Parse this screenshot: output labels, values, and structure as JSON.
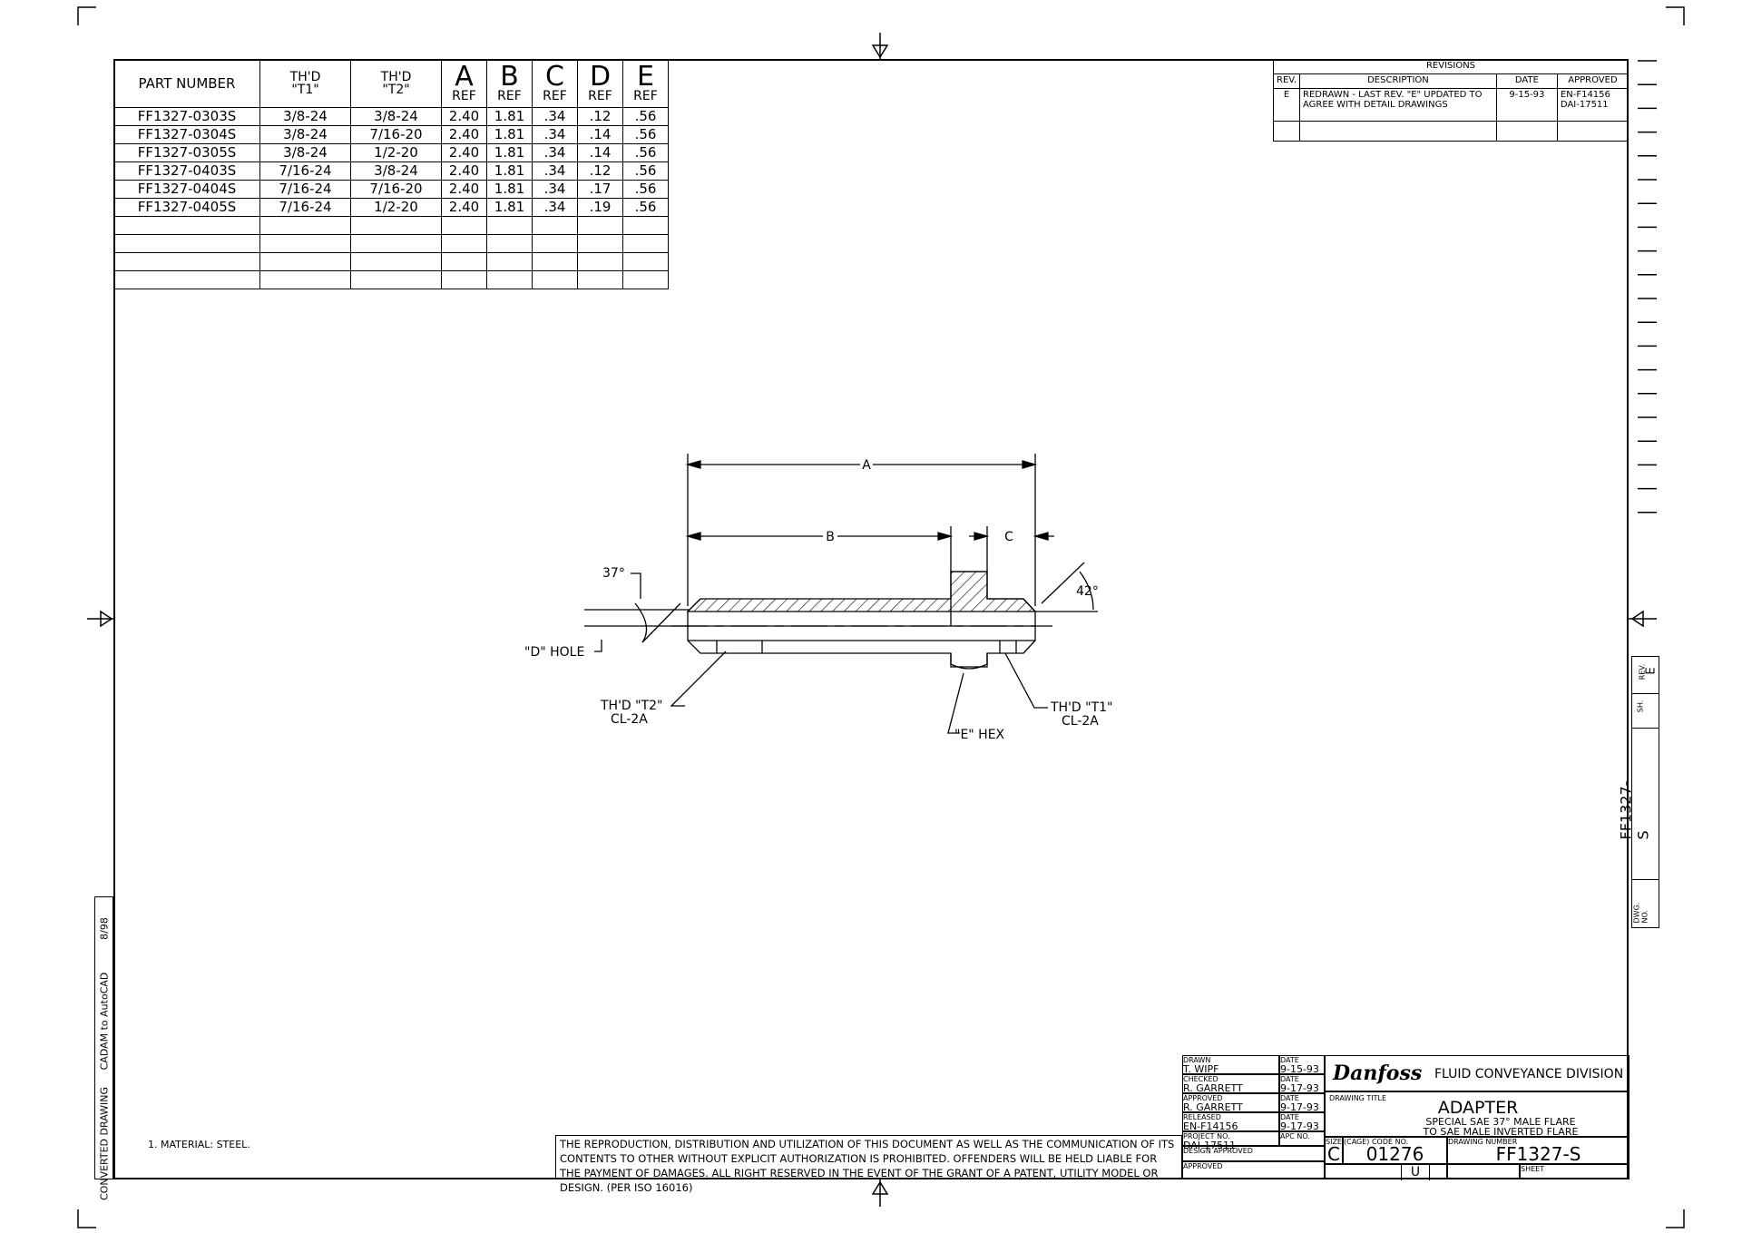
{
  "parts_table": {
    "headers": {
      "part_number": "PART NUMBER",
      "t1_top": "TH'D",
      "t1_bottom": "\"T1\"",
      "t2_top": "TH'D",
      "t2_bottom": "\"T2\"",
      "a": "A",
      "b": "B",
      "c": "C",
      "d": "D",
      "e": "E",
      "ref": "REF"
    },
    "rows": [
      [
        "FF1327-0303S",
        "3/8-24",
        "3/8-24",
        "2.40",
        "1.81",
        ".34",
        ".12",
        ".56"
      ],
      [
        "FF1327-0304S",
        "3/8-24",
        "7/16-20",
        "2.40",
        "1.81",
        ".34",
        ".14",
        ".56"
      ],
      [
        "FF1327-0305S",
        "3/8-24",
        "1/2-20",
        "2.40",
        "1.81",
        ".34",
        ".14",
        ".56"
      ],
      [
        "FF1327-0403S",
        "7/16-24",
        "3/8-24",
        "2.40",
        "1.81",
        ".34",
        ".12",
        ".56"
      ],
      [
        "FF1327-0404S",
        "7/16-24",
        "7/16-20",
        "2.40",
        "1.81",
        ".34",
        ".17",
        ".56"
      ],
      [
        "FF1327-0405S",
        "7/16-24",
        "1/2-20",
        "2.40",
        "1.81",
        ".34",
        ".19",
        ".56"
      ]
    ]
  },
  "revisions": {
    "title": "REVISIONS",
    "headers": [
      "REV.",
      "DESCRIPTION",
      "DATE",
      "APPROVED"
    ],
    "rows": [
      {
        "rev": "E",
        "description": "REDRAWN - LAST REV. \"E\" UPDATED TO AGREE WITH DETAIL DRAWINGS",
        "date": "9-15-93",
        "approved": "EN-F14156 DAI-17511"
      }
    ]
  },
  "drawing": {
    "dim_a": "A",
    "dim_b": "B",
    "dim_c": "C",
    "angle_37": "37°",
    "angle_42": "42°",
    "d_hole": "\"D\" HOLE",
    "thd_t2": "TH'D \"T2\"",
    "thd_t2_class": "CL-2A",
    "thd_t1": "TH'D \"T1\"",
    "thd_t1_class": "CL-2A",
    "e_hex": "\"E\" HEX"
  },
  "side_strip": {
    "converted": "CONVERTED DRAWING",
    "cadam": "CADAM to AutoCAD",
    "date": "8/98"
  },
  "right_box": {
    "rev_label": "REV.",
    "rev_value": "E",
    "sh_label": "SH.",
    "dwg_label": "DWG. NO.",
    "dwg_value": "FF1327-S"
  },
  "notes": "1.  MATERIAL:  STEEL.",
  "legal": "THE REPRODUCTION, DISTRIBUTION AND UTILIZATION OF THIS DOCUMENT AS WELL AS THE COMMUNICATION OF ITS CONTENTS TO OTHER WITHOUT EXPLICIT AUTHORIZATION IS PROHIBITED. OFFENDERS WILL BE HELD LIABLE FOR THE PAYMENT OF DAMAGES. ALL RIGHT RESERVED IN THE EVENT OF THE GRANT OF A PATENT, UTILITY MODEL OR DESIGN. (PER ISO 16016)",
  "title_block": {
    "drawn_label": "DRAWN",
    "drawn": "T. WIPF",
    "drawn_date_label": "DATE",
    "drawn_date": "9-15-93",
    "checked_label": "CHECKED",
    "checked": "R. GARRETT",
    "checked_date_label": "DATE",
    "checked_date": "9-17-93",
    "approved_label": "APPROVED",
    "approved": "R. GARRETT",
    "approved_date_label": "DATE",
    "approved_date": "9-17-93",
    "released_label": "RELEASED",
    "released": "EN-F14156",
    "released_date_label": "DATE",
    "released_date": "9-17-93",
    "project_label": "PROJECT NO.",
    "project": "DAI-17511",
    "apc_label": "APC NO.",
    "design_approved_label": "DESIGN APPROVED",
    "approved2_label": "APPROVED",
    "logo": "Danfoss",
    "division": "FLUID CONVEYANCE DIVISION",
    "drawing_title_label": "DRAWING TITLE",
    "title": "ADAPTER",
    "subtitle1": "SPECIAL SAE 37° MALE FLARE",
    "subtitle2": "TO SAE MALE INVERTED FLARE",
    "size_label": "SIZE",
    "size": "C",
    "cage_label": "(CAGE) CODE NO.",
    "cage": "01276",
    "dwg_number_label": "DRAWING NUMBER",
    "dwg_number": "FF1327-S",
    "u": "U",
    "sheet_label": "SHEET"
  }
}
